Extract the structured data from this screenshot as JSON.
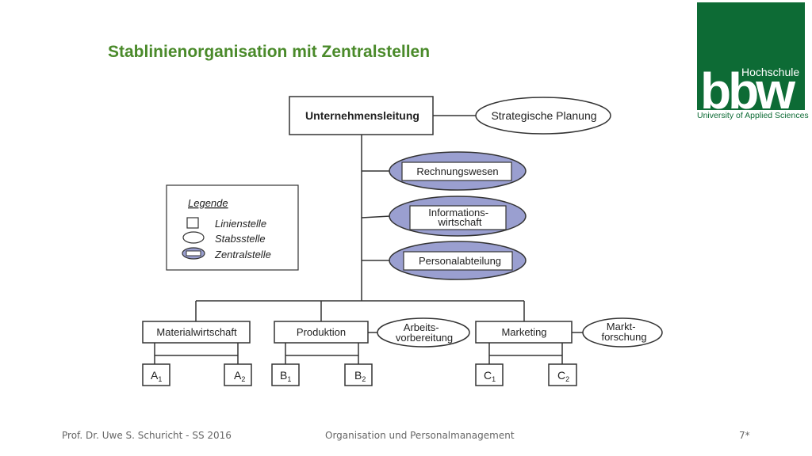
{
  "slide": {
    "title": "Stablinienorganisation mit Zentralstellen"
  },
  "logo": {
    "text_hochschule": "Hochschule",
    "text_bbw": "bbw",
    "subtitle": "University of Applied Sciences",
    "color": "#0d6b35"
  },
  "diagram": {
    "top": "Unternehmensleitung",
    "staff_top": "Strategische Planung",
    "central_units": [
      "Rechnungswesen",
      "Informations-\nwirtschaft",
      "Personalabteilung"
    ],
    "departments": [
      "Materialwirtschaft",
      "Produktion",
      "Marketing"
    ],
    "dept_staff": [
      "Arbeits-\nvorbereitung",
      "Markt-\nforschung"
    ],
    "units": [
      {
        "base": "A",
        "sub": "1"
      },
      {
        "base": "A",
        "sub": "2"
      },
      {
        "base": "B",
        "sub": "1"
      },
      {
        "base": "B",
        "sub": "2"
      },
      {
        "base": "C",
        "sub": "1"
      },
      {
        "base": "C",
        "sub": "2"
      }
    ],
    "colors": {
      "central_fill": "#9a9fd0",
      "line": "#333333"
    }
  },
  "legend": {
    "title": "Legende",
    "line_unit": "Linienstelle",
    "staff_unit": "Stabsstelle",
    "central_unit": "Zentralstelle"
  },
  "footer": {
    "left": "Prof. Dr. Uwe S. Schuricht - SS 2016",
    "center": "Organisation und Personalmanagement",
    "right": "7*"
  }
}
